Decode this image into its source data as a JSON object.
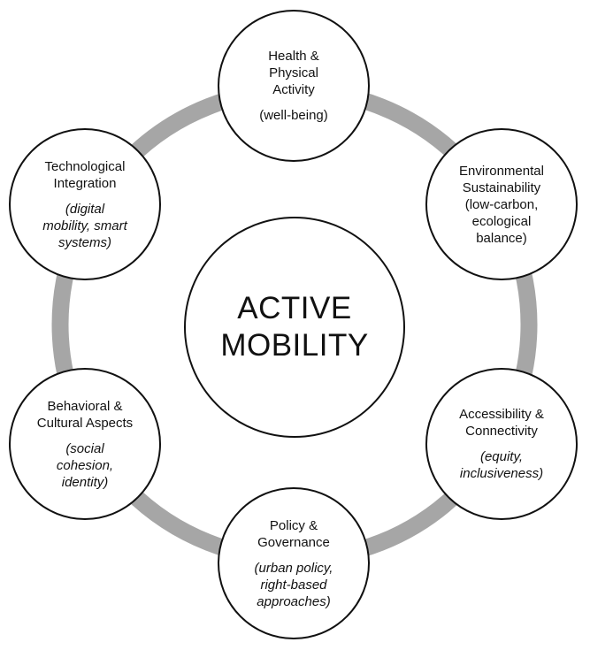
{
  "center": {
    "label": "ACTIVE MOBILITY"
  },
  "nodes": [
    {
      "id": "health",
      "title": "Health & Physical Activity",
      "subtitle": "(well-being)",
      "subtitle_italic": false
    },
    {
      "id": "environment",
      "title": "Environmental Sustainability",
      "subtitle": "(low-carbon, ecological balance)",
      "subtitle_italic": false
    },
    {
      "id": "accessibility",
      "title": "Accessibility & Connectivity",
      "subtitle": "(equity, inclusiveness)",
      "subtitle_italic": true
    },
    {
      "id": "policy",
      "title": "Policy & Governance",
      "subtitle": "(urban policy, right-based approaches)",
      "subtitle_italic": true
    },
    {
      "id": "behavioral",
      "title": "Behavioral & Cultural Aspects",
      "subtitle": "(social cohesion, identity)",
      "subtitle_italic": true
    },
    {
      "id": "technological",
      "title": "Technological Integration",
      "subtitle": "(digital mobility, smart systems)",
      "subtitle_italic": true
    }
  ],
  "colors": {
    "ring": "#a6a6a6",
    "outline": "#111111",
    "fill": "#ffffff"
  }
}
